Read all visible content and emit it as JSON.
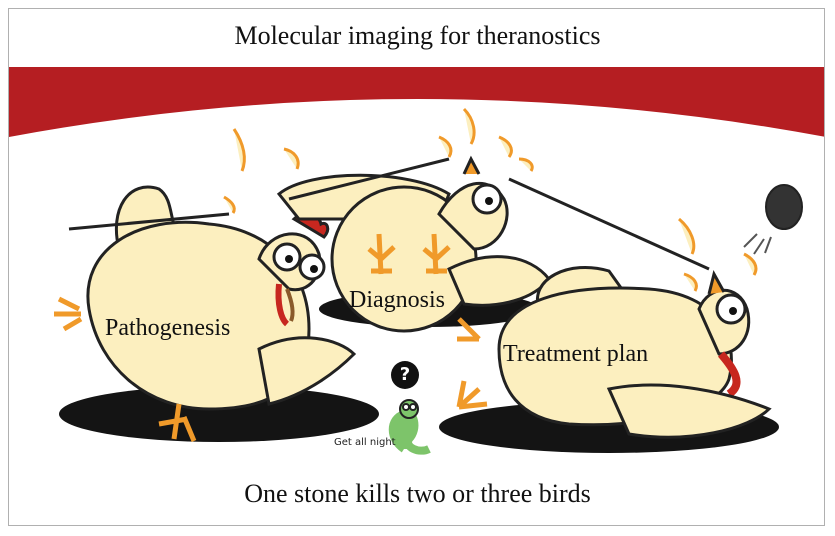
{
  "title": "Molecular imaging for theranostics",
  "caption": "One stone kills two or three birds",
  "labels": {
    "pathogenesis": "Pathogenesis",
    "diagnosis": "Diagnosis",
    "treatment": "Treatment plan"
  },
  "worm_text": "Get all night",
  "question_mark": "?",
  "colors": {
    "banner": "#b51e22",
    "chicken_body": "#fcefbf",
    "chicken_outline": "#222222",
    "feet": "#f09a2a",
    "shadow": "#141414",
    "worm": "#7dc46a"
  }
}
